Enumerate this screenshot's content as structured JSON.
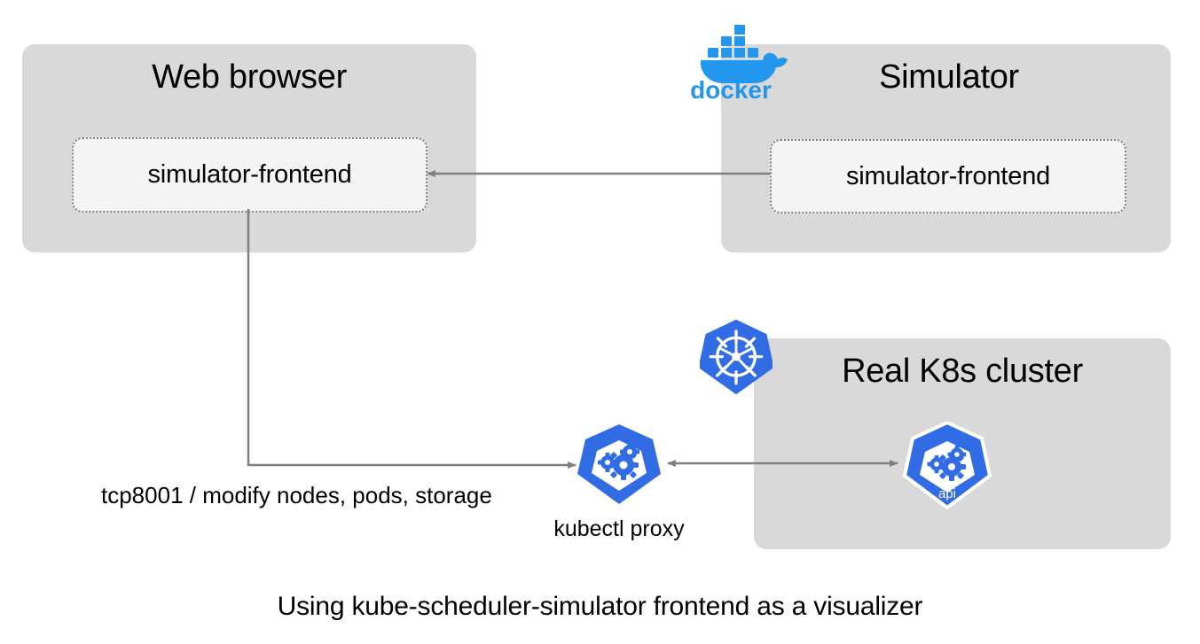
{
  "diagram": {
    "caption": "Using kube-scheduler-simulator frontend as a visualizer",
    "background_color": "#ffffff",
    "group_fill": "#d9d9d9",
    "component_fill": "#f4f4f4",
    "component_border": "#7f7f7f",
    "connector_color": "#808080",
    "k8s_blue": "#326ce5",
    "docker_blue": "#2396ed"
  },
  "groups": [
    {
      "id": "web-browser",
      "title": "Web browser",
      "title_size": "38px",
      "component": {
        "label": "simulator-frontend"
      }
    },
    {
      "id": "simulator",
      "title": "Simulator",
      "title_size": "38px",
      "component": {
        "label": "simulator-frontend"
      }
    },
    {
      "id": "real-k8s-cluster",
      "title": "Real K8s cluster",
      "title_size": "38px"
    }
  ],
  "icons": {
    "docker": {
      "name": "docker-logo-icon",
      "wordmark": "docker"
    },
    "k8s_cluster": {
      "name": "kubernetes-helm-icon"
    },
    "kubectl_proxy": {
      "name": "kubernetes-gears-icon",
      "caption": "kubectl proxy"
    },
    "k8s_api": {
      "name": "kubernetes-gears-icon",
      "badge": "api"
    }
  },
  "connections": [
    {
      "id": "sim-to-browser",
      "label": "",
      "direction": "left",
      "from": "simulator.simulator-frontend",
      "to": "web-browser.simulator-frontend"
    },
    {
      "id": "browser-to-proxy",
      "label": "tcp8001 / modify nodes, pods, storage",
      "label_size": "26px",
      "direction": "right",
      "from": "web-browser.simulator-frontend",
      "to": "kubectl-proxy"
    },
    {
      "id": "proxy-to-api",
      "label": "",
      "direction": "both",
      "from": "kubectl-proxy",
      "to": "k8s-api"
    }
  ]
}
